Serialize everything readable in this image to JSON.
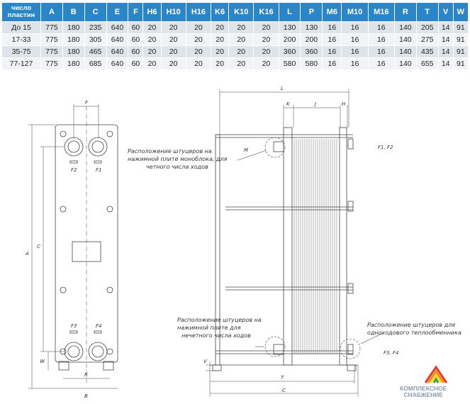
{
  "table": {
    "headers": [
      "число пластин",
      "A",
      "B",
      "C",
      "E",
      "F",
      "H6",
      "H10",
      "H16",
      "K6",
      "K10",
      "K16",
      "L",
      "P",
      "M6",
      "M10",
      "M16",
      "R",
      "T",
      "V",
      "W"
    ],
    "rows": [
      [
        "До 15",
        "775",
        "180",
        "235",
        "640",
        "60",
        "20",
        "20",
        "20",
        "20",
        "20",
        "20",
        "130",
        "130",
        "16",
        "16",
        "16",
        "140",
        "205",
        "14",
        "91"
      ],
      [
        "17-33",
        "775",
        "180",
        "305",
        "640",
        "60",
        "20",
        "20",
        "20",
        "20",
        "20",
        "20",
        "200",
        "200",
        "16",
        "16",
        "16",
        "140",
        "275",
        "14",
        "91"
      ],
      [
        "35-75",
        "775",
        "180",
        "465",
        "640",
        "60",
        "20",
        "20",
        "20",
        "20",
        "20",
        "20",
        "360",
        "360",
        "16",
        "16",
        "16",
        "140",
        "435",
        "14",
        "91"
      ],
      [
        "77-127",
        "775",
        "180",
        "685",
        "640",
        "60",
        "20",
        "20",
        "20",
        "20",
        "20",
        "20",
        "580",
        "580",
        "16",
        "16",
        "16",
        "140",
        "655",
        "14",
        "91"
      ]
    ]
  },
  "drawing": {
    "front_labels": {
      "F": "F",
      "F2": "F2",
      "F1": "F1",
      "F3": "F3",
      "F4": "F4",
      "A": "A",
      "C": "C",
      "W": "W",
      "R": "R",
      "B": "B"
    },
    "side_labels": {
      "L": "L",
      "K": "K",
      "J": "J",
      "H": "H",
      "M": "M",
      "V": "V",
      "T": "T",
      "C": "C",
      "F1F2": "F1, F2",
      "F3F4": "F3, F4"
    },
    "note_top": [
      "Расположение штуцеров на",
      "нажимной плите моноблока, для",
      "четного числа ходов"
    ],
    "note_bottom_left": [
      "Расположение штуцеров на",
      "нажимной плите для",
      "нечетного числа ходов"
    ],
    "note_bottom_right": [
      "Расположение штуцеров для",
      "одноходового теплообменника"
    ]
  },
  "logo": {
    "line1": "КОМПЛЕКСНОЕ",
    "line2": "СНАБЖЕНИЕ",
    "colors": [
      "#e53935",
      "#fb8c00",
      "#fdd835",
      "#43a047",
      "#1e88e5",
      "#8e24aa"
    ]
  }
}
